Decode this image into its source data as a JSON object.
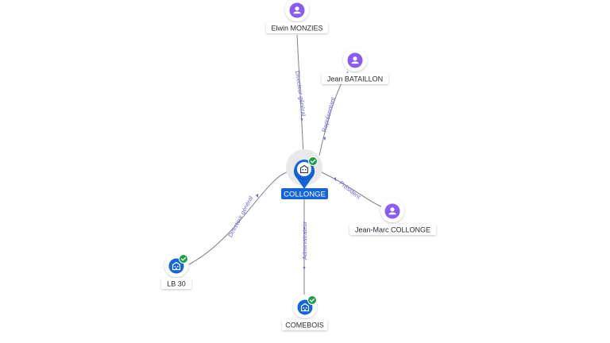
{
  "nodes": {
    "elwin": {
      "label": "Elwin MONZIES",
      "kind": "person",
      "icon": "person-icon"
    },
    "jean_bataillon": {
      "label": "Jean BATAILLON",
      "kind": "person",
      "icon": "person-icon"
    },
    "collonge": {
      "label": "COLLONGE",
      "kind": "company-main",
      "icon": "building-icon",
      "verified": true
    },
    "jean_marc": {
      "label": "Jean-Marc COLLONGE",
      "kind": "person",
      "icon": "person-icon"
    },
    "lb30": {
      "label": "LB 30",
      "kind": "company",
      "icon": "building-icon",
      "verified": true
    },
    "comebois": {
      "label": "COMEBOIS",
      "kind": "company",
      "icon": "building-icon",
      "verified": true
    }
  },
  "edges": {
    "elwin_collonge": {
      "label": "Directeur général"
    },
    "bataillon_collonge": {
      "label": "Représentant"
    },
    "jeanmarc_collonge": {
      "label": "Président"
    },
    "collonge_lb30": {
      "label": "Directeur général"
    },
    "collonge_comebois": {
      "label": "Administrateur"
    }
  },
  "colors": {
    "person": "#8a5cf0",
    "company": "#1565d8",
    "verified": "#1e9e4a",
    "edge": "#7b7f8e",
    "edge_label": "#6a68d8"
  }
}
